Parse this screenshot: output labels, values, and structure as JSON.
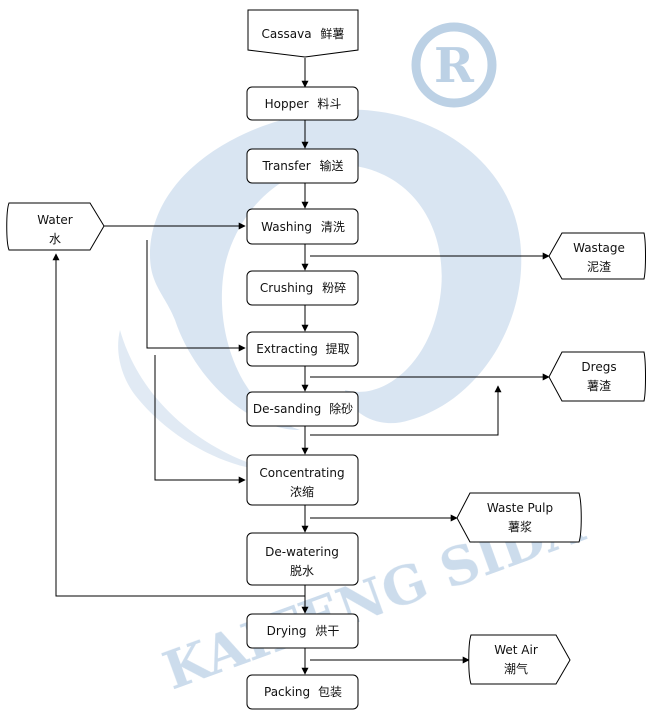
{
  "watermark": {
    "brand": "KAIFENG SIDA",
    "mark": "®",
    "color": "#a9c4de"
  },
  "steps": [
    {
      "en": "Cassava",
      "zh": "鲜薯"
    },
    {
      "en": "Hopper",
      "zh": "料斗"
    },
    {
      "en": "Transfer",
      "zh": "输送"
    },
    {
      "en": "Washing",
      "zh": "清洗"
    },
    {
      "en": "Crushing",
      "zh": "粉碎"
    },
    {
      "en": "Extracting",
      "zh": "提取"
    },
    {
      "en": "De-sanding",
      "zh": "除砂"
    },
    {
      "en": "Concentrating",
      "zh": "浓缩"
    },
    {
      "en": "De-watering",
      "zh": "脱水"
    },
    {
      "en": "Drying",
      "zh": "烘干"
    },
    {
      "en": "Packing",
      "zh": "包装"
    }
  ],
  "water": {
    "en": "Water",
    "zh": "水"
  },
  "outputs": [
    {
      "en": "Wastage",
      "zh": "泥渣"
    },
    {
      "en": "Dregs",
      "zh": "薯渣"
    },
    {
      "en": "Waste Pulp",
      "zh": "薯浆"
    },
    {
      "en": "Wet Air",
      "zh": "潮气"
    }
  ]
}
